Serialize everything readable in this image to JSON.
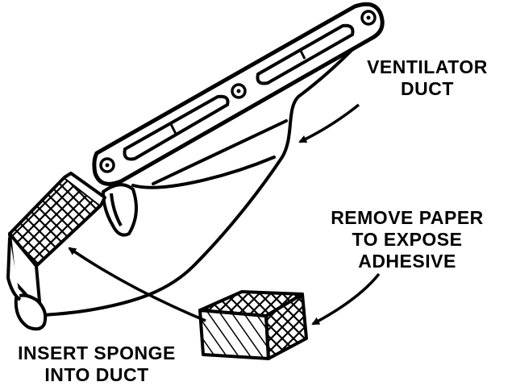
{
  "labels": {
    "ventilator_duct": [
      "VENTILATOR",
      "DUCT"
    ],
    "remove_paper": [
      "REMOVE PAPER",
      "TO EXPOSE",
      "ADHESIVE"
    ],
    "insert_sponge": [
      "INSERT SPONGE",
      "INTO DUCT"
    ]
  },
  "colors": {
    "ink": "#000000",
    "background": "#ffffff"
  }
}
